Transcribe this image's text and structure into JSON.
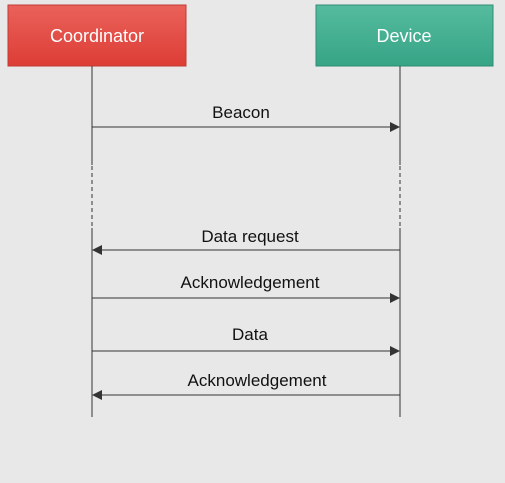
{
  "actors": [
    {
      "id": "coordinator",
      "label": "Coordinator",
      "fill": "#e0413a",
      "fill_top": "#e9625b",
      "stroke": "#c23a33"
    },
    {
      "id": "device",
      "label": "Device",
      "fill": "#3aa88b",
      "fill_top": "#55bb9e",
      "stroke": "#2f8e75"
    }
  ],
  "messages": [
    {
      "label": "Beacon",
      "from": "coordinator",
      "to": "device"
    },
    {
      "label": "Data request",
      "from": "device",
      "to": "coordinator"
    },
    {
      "label": "Acknowledgement",
      "from": "coordinator",
      "to": "device"
    },
    {
      "label": "Data",
      "from": "coordinator",
      "to": "device"
    },
    {
      "label": "Acknowledgement",
      "from": "device",
      "to": "coordinator"
    }
  ],
  "colors": {
    "background": "#e8e8e8",
    "line": "#333333",
    "text": "#111111"
  }
}
